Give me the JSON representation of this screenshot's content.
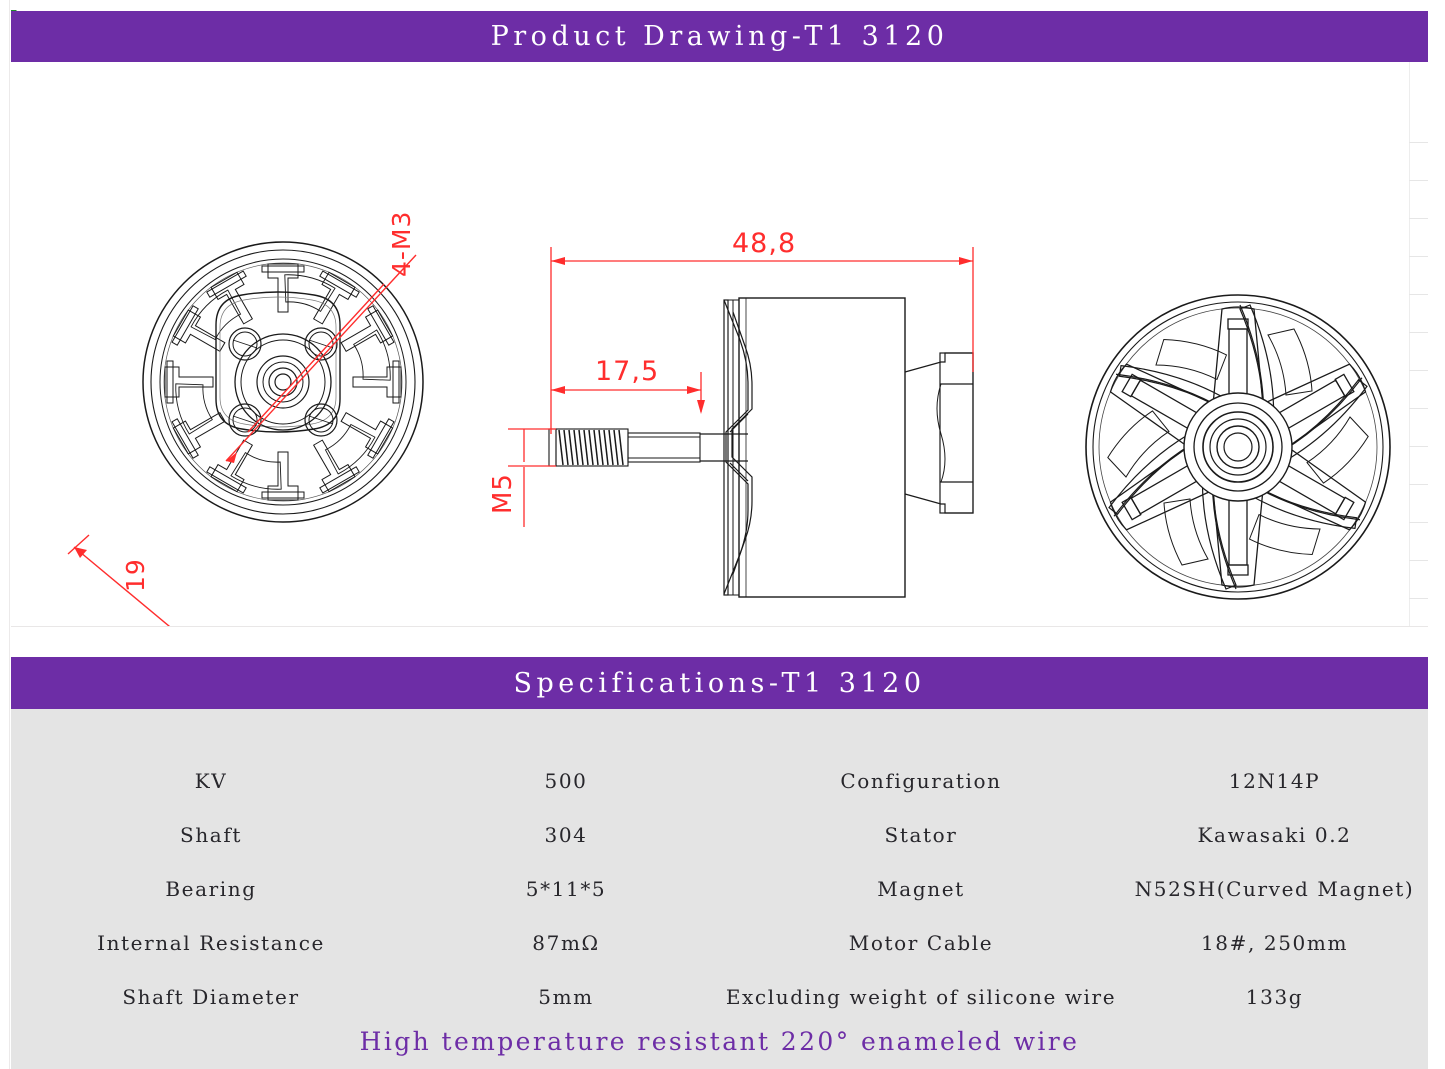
{
  "drawing_section": {
    "title": "Product Drawing-T1 3120",
    "accent_color": "#6d2da6",
    "dimension_color": "#ff2d2d",
    "views": {
      "bottom_view": {
        "name": "motor bottom view",
        "annotations": [
          {
            "label": "4-M3",
            "kind": "leader-callout"
          },
          {
            "label": "19",
            "kind": "linear-dimension"
          }
        ]
      },
      "side_view": {
        "name": "motor side section view",
        "annotations": [
          {
            "label": "48,8",
            "kind": "linear-dimension"
          },
          {
            "label": "17,5",
            "kind": "linear-dimension"
          },
          {
            "label": "M5",
            "kind": "thread-dimension"
          }
        ]
      },
      "top_view": {
        "name": "motor bell top view",
        "annotations": []
      }
    }
  },
  "spec_section": {
    "title": "Specifications-T1 3120",
    "background_color": "#e4e4e4",
    "rows": [
      {
        "label_a": "KV",
        "value_a": "500",
        "label_b": "Configuration",
        "value_b": "12N14P"
      },
      {
        "label_a": "Shaft",
        "value_a": "304",
        "label_b": "Stator",
        "value_b": "Kawasaki 0.2"
      },
      {
        "label_a": "Bearing",
        "value_a": "5*11*5",
        "label_b": "Magnet",
        "value_b": "N52SH(Curved Magnet)"
      },
      {
        "label_a": "Internal Resistance",
        "value_a": "87mΩ",
        "label_b": "Motor Cable",
        "value_b": "18#, 250mm"
      },
      {
        "label_a": "Shaft Diameter",
        "value_a": "5mm",
        "label_b": "Excluding weight of silicone wire",
        "value_b": "133g"
      }
    ],
    "note": "High temperature resistant 220° enameled wire"
  }
}
